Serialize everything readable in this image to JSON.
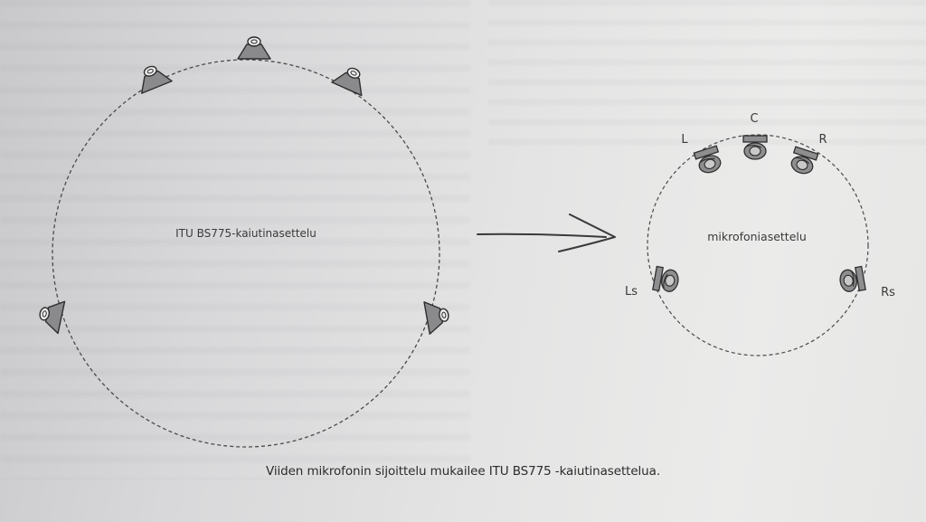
{
  "diagram": {
    "speaker_layout_label": "ITU BS775-kaiutinasettelu",
    "mic_layout_label": "mikrofoniasettelu",
    "channels": {
      "left": "L",
      "center": "C",
      "right": "R",
      "left_surround": "Ls",
      "right_surround": "Rs"
    }
  },
  "caption": "Viiden mikrofonin sijoittelu mukailee ITU BS775 -kaiutinasettelua.",
  "colors": {
    "speaker_fill": "#8a8a8c",
    "mic_fill": "#8e8e90",
    "stroke": "#3a3a3a"
  }
}
